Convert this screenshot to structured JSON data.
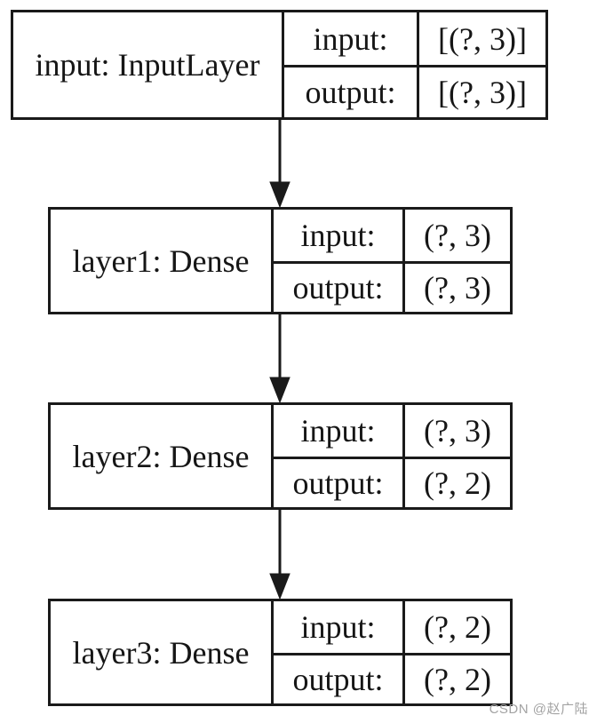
{
  "diagram": {
    "kind": "keras-model-plot",
    "nodes": [
      {
        "id": "input",
        "name": "input: InputLayer",
        "input_label": "input:",
        "input_shape": "[(?, 3)]",
        "output_label": "output:",
        "output_shape": "[(?, 3)]"
      },
      {
        "id": "layer1",
        "name": "layer1: Dense",
        "input_label": "input:",
        "input_shape": "(?, 3)",
        "output_label": "output:",
        "output_shape": "(?, 3)"
      },
      {
        "id": "layer2",
        "name": "layer2: Dense",
        "input_label": "input:",
        "input_shape": "(?, 3)",
        "output_label": "output:",
        "output_shape": "(?, 2)"
      },
      {
        "id": "layer3",
        "name": "layer3: Dense",
        "input_label": "input:",
        "input_shape": "(?, 2)",
        "output_label": "output:",
        "output_shape": "(?, 2)"
      }
    ],
    "edges": [
      {
        "from": "input",
        "to": "layer1"
      },
      {
        "from": "layer1",
        "to": "layer2"
      },
      {
        "from": "layer2",
        "to": "layer3"
      }
    ],
    "colors": {
      "border": "#1a1a1a",
      "text": "#161616",
      "background": "#ffffff",
      "watermark": "#a3a3a3"
    }
  },
  "watermark": {
    "text": "CSDN @赵广陆"
  }
}
